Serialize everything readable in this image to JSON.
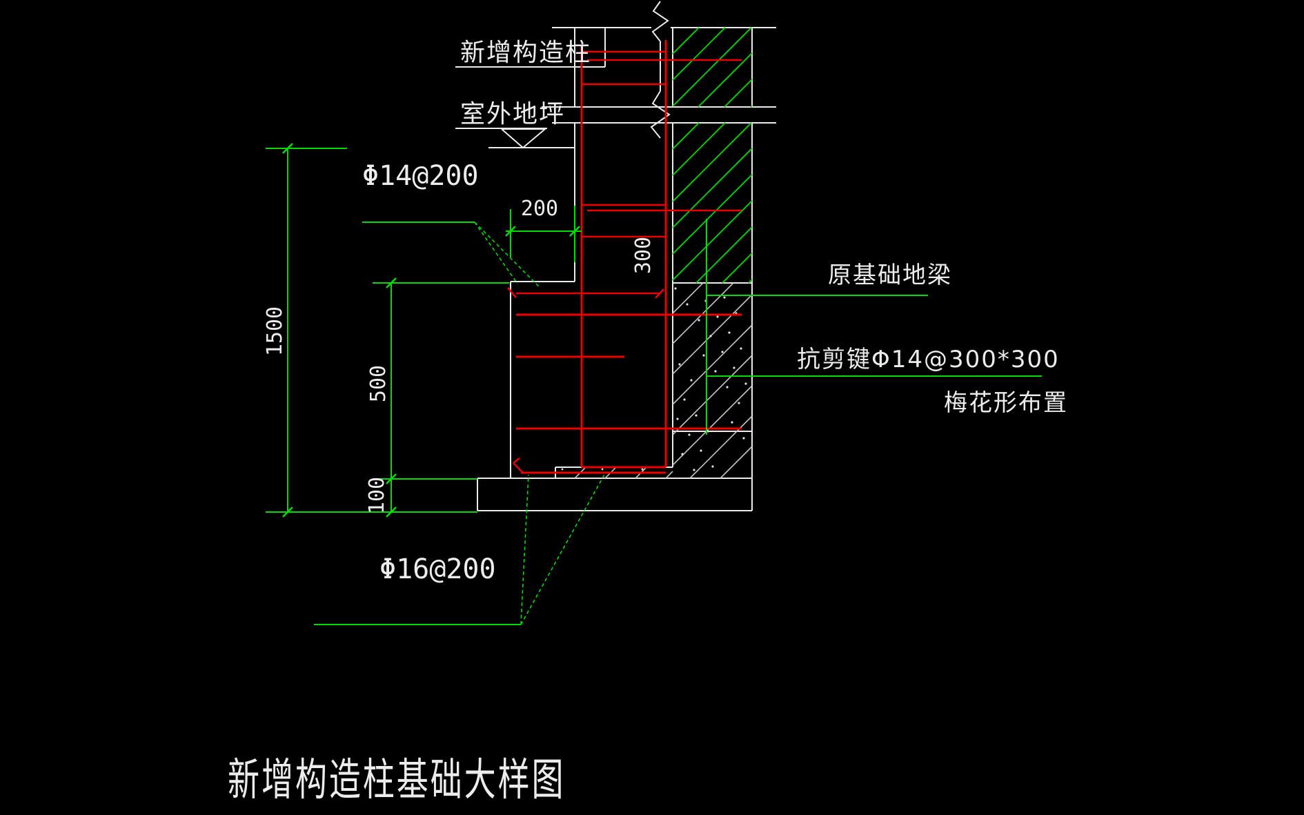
{
  "drawing": {
    "title": "新增构造柱基础大样图",
    "labels": {
      "new_column": "新增构造柱",
      "outdoor_ground": "室外地坪",
      "top_rebar": "Φ14@200",
      "bottom_rebar": "Φ16@200",
      "original_beam": "原基础地梁",
      "shear_key": "抗剪键Φ14@300*300",
      "shear_key_layout": "梅花形布置"
    },
    "dimensions": {
      "total_height": "1500",
      "foundation_height": "500",
      "cushion_height": "100",
      "ledge_width": "200",
      "embed_depth": "300"
    },
    "colors": {
      "background": "#000000",
      "structure_white": "#ececec",
      "rebar_red": "#ef0000",
      "dim_green": "#00dd00",
      "concrete_hatch_gray": "#c4c4c4"
    }
  }
}
